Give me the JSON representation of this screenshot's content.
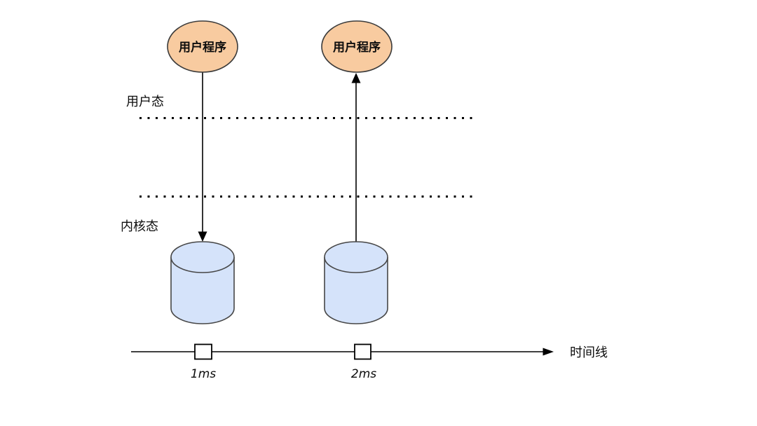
{
  "diagram": {
    "nodes": [
      {
        "id": "user-program-1",
        "label": "用户程序"
      },
      {
        "id": "user-program-2",
        "label": "用户程序"
      }
    ],
    "zones": {
      "user_mode_label": "用户态",
      "kernel_mode_label": "内核态"
    },
    "timeline": {
      "label": "时间线",
      "ticks": [
        "1ms",
        "2ms"
      ]
    },
    "colors": {
      "background": "#ffffff",
      "ellipse_fill": "#F8CBA0",
      "ellipse_stroke": "#3b3b3b",
      "cylinder_fill": "#D5E3FA",
      "cylinder_stroke": "#464646",
      "line_color": "#000000",
      "text_color": "#0d0d0d"
    }
  }
}
